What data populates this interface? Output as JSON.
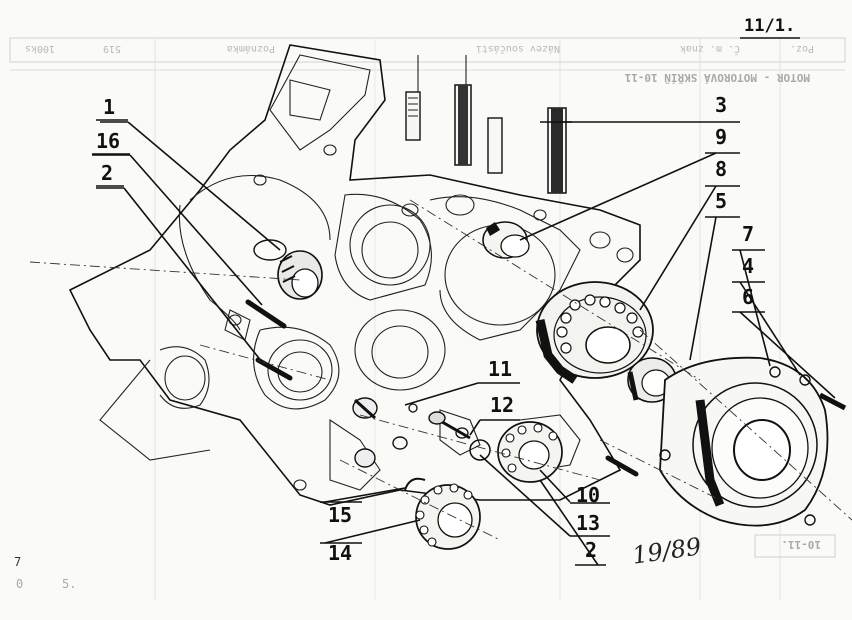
{
  "sheet_number": "11/1.",
  "handwritten_note": "19/89",
  "corner_marks": [
    "7",
    "0",
    "5."
  ],
  "ghost_table": {
    "headers": [
      "Poz.",
      "Č. m. znak",
      "Název součásti",
      "Poznámka",
      "519",
      "100ks"
    ],
    "section_title": "MOTOR - MOTOROVÁ SKŘÍŇ 10-11",
    "footer_ref": "10-11."
  },
  "callouts": [
    {
      "n": "1"
    },
    {
      "n": "16"
    },
    {
      "n": "2"
    },
    {
      "n": "3"
    },
    {
      "n": "9"
    },
    {
      "n": "8"
    },
    {
      "n": "5"
    },
    {
      "n": "7"
    },
    {
      "n": "4"
    },
    {
      "n": "6"
    },
    {
      "n": "11"
    },
    {
      "n": "12"
    },
    {
      "n": "10"
    },
    {
      "n": "13"
    },
    {
      "n": "2"
    },
    {
      "n": "15"
    },
    {
      "n": "14"
    }
  ]
}
